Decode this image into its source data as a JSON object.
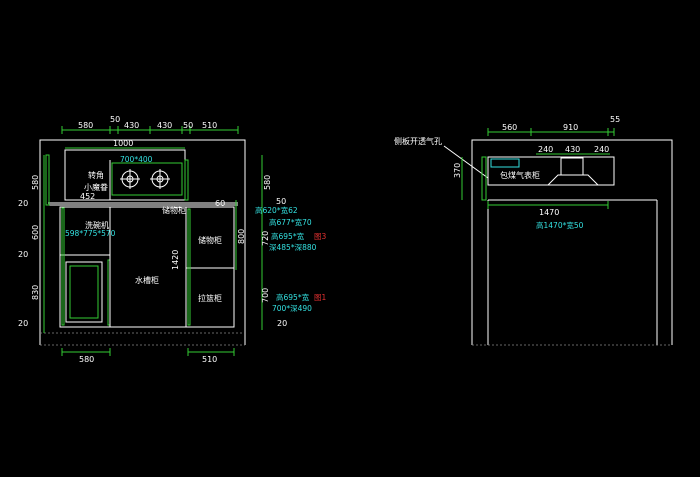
{
  "left_view": {
    "top_dims": [
      "580",
      "50",
      "430",
      "430",
      "50",
      "510"
    ],
    "inner_dim": "1000",
    "left_dims": [
      "580",
      "20",
      "600",
      "20",
      "830",
      "20"
    ],
    "right_dims": [
      "580",
      "50",
      "720",
      "800",
      "20",
      "1420",
      "700",
      "20"
    ],
    "bottom_dims": [
      "580",
      "510"
    ],
    "labels": {
      "corner": "转角",
      "magic": "小魔眷",
      "dim_452": "452",
      "dim_60": "60",
      "storage_top": "储物柜",
      "dishwasher": "洗碗机",
      "sink": "水槽柜",
      "storage": "储物柜",
      "basket": "拉篮柜"
    },
    "cyan": {
      "stove": "700*400",
      "dishwasher": "598*775*570",
      "h620": "高620*宽62",
      "h677": "高677*宽70",
      "h695a": "高695*宽",
      "depth_a": "深485*深880",
      "h695b": "高695*宽",
      "depth_b": "700*深490"
    },
    "red": {
      "fig3": "图3",
      "fig1": "图1"
    }
  },
  "right_view": {
    "top_dims": [
      "560",
      "910",
      "55"
    ],
    "inner_dims": [
      "240",
      "430",
      "240"
    ],
    "side_dim": "370",
    "bottom_dim": "1470",
    "labels": {
      "vent": "侧板开透气孔",
      "gas": "包煤气表柜"
    },
    "cyan": {
      "size": "高1470*宽50"
    }
  },
  "colors": {
    "background": "#000000",
    "line_white": "#ffffff",
    "line_green": "#33cc33",
    "text_cyan": "#33e0e0",
    "text_red": "#e03030"
  }
}
